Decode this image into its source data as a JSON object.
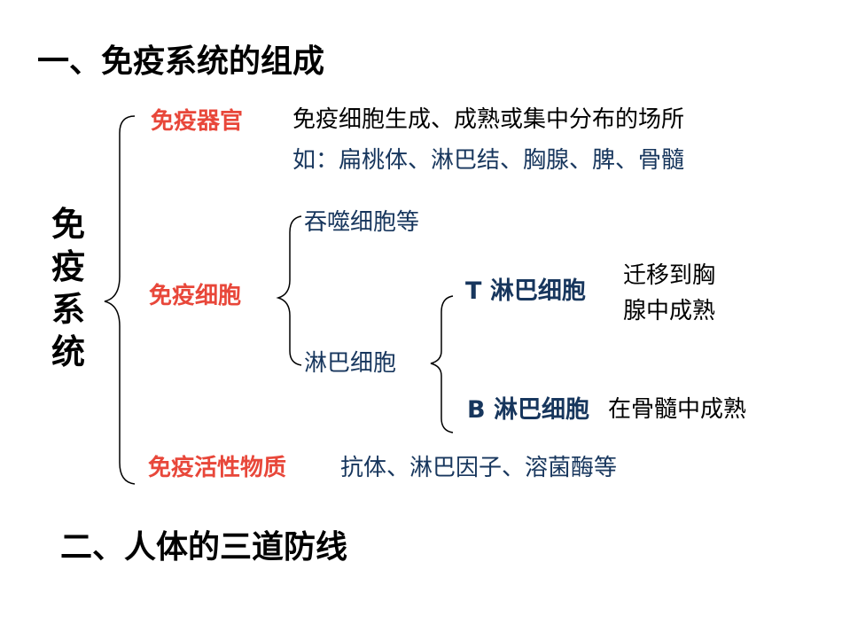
{
  "heading1": "一、免疫系统的组成",
  "heading2": "二、人体的三道防线",
  "root": {
    "chars": [
      "免",
      "疫",
      "系",
      "统"
    ]
  },
  "organs": {
    "label": "免疫器官",
    "desc": "免疫细胞生成、成熟或集中分布的场所",
    "example": "如：扁桃体、淋巴结、胸腺、脾、骨髓"
  },
  "cells": {
    "label": "免疫细胞",
    "phagocyte": "吞噬细胞等",
    "lymphocyte": "淋巴细胞",
    "t_cell": {
      "label": "T 淋巴细胞",
      "note_line1": "迁移到胸",
      "note_line2": "腺中成熟"
    },
    "b_cell": {
      "label": "B 淋巴细胞",
      "note": "在骨髓中成熟"
    }
  },
  "active": {
    "label": "免疫活性物质",
    "desc": "抗体、淋巴因子、溶菌酶等"
  },
  "colors": {
    "category": "#e8473a",
    "item": "#17365d",
    "text": "#000000"
  }
}
